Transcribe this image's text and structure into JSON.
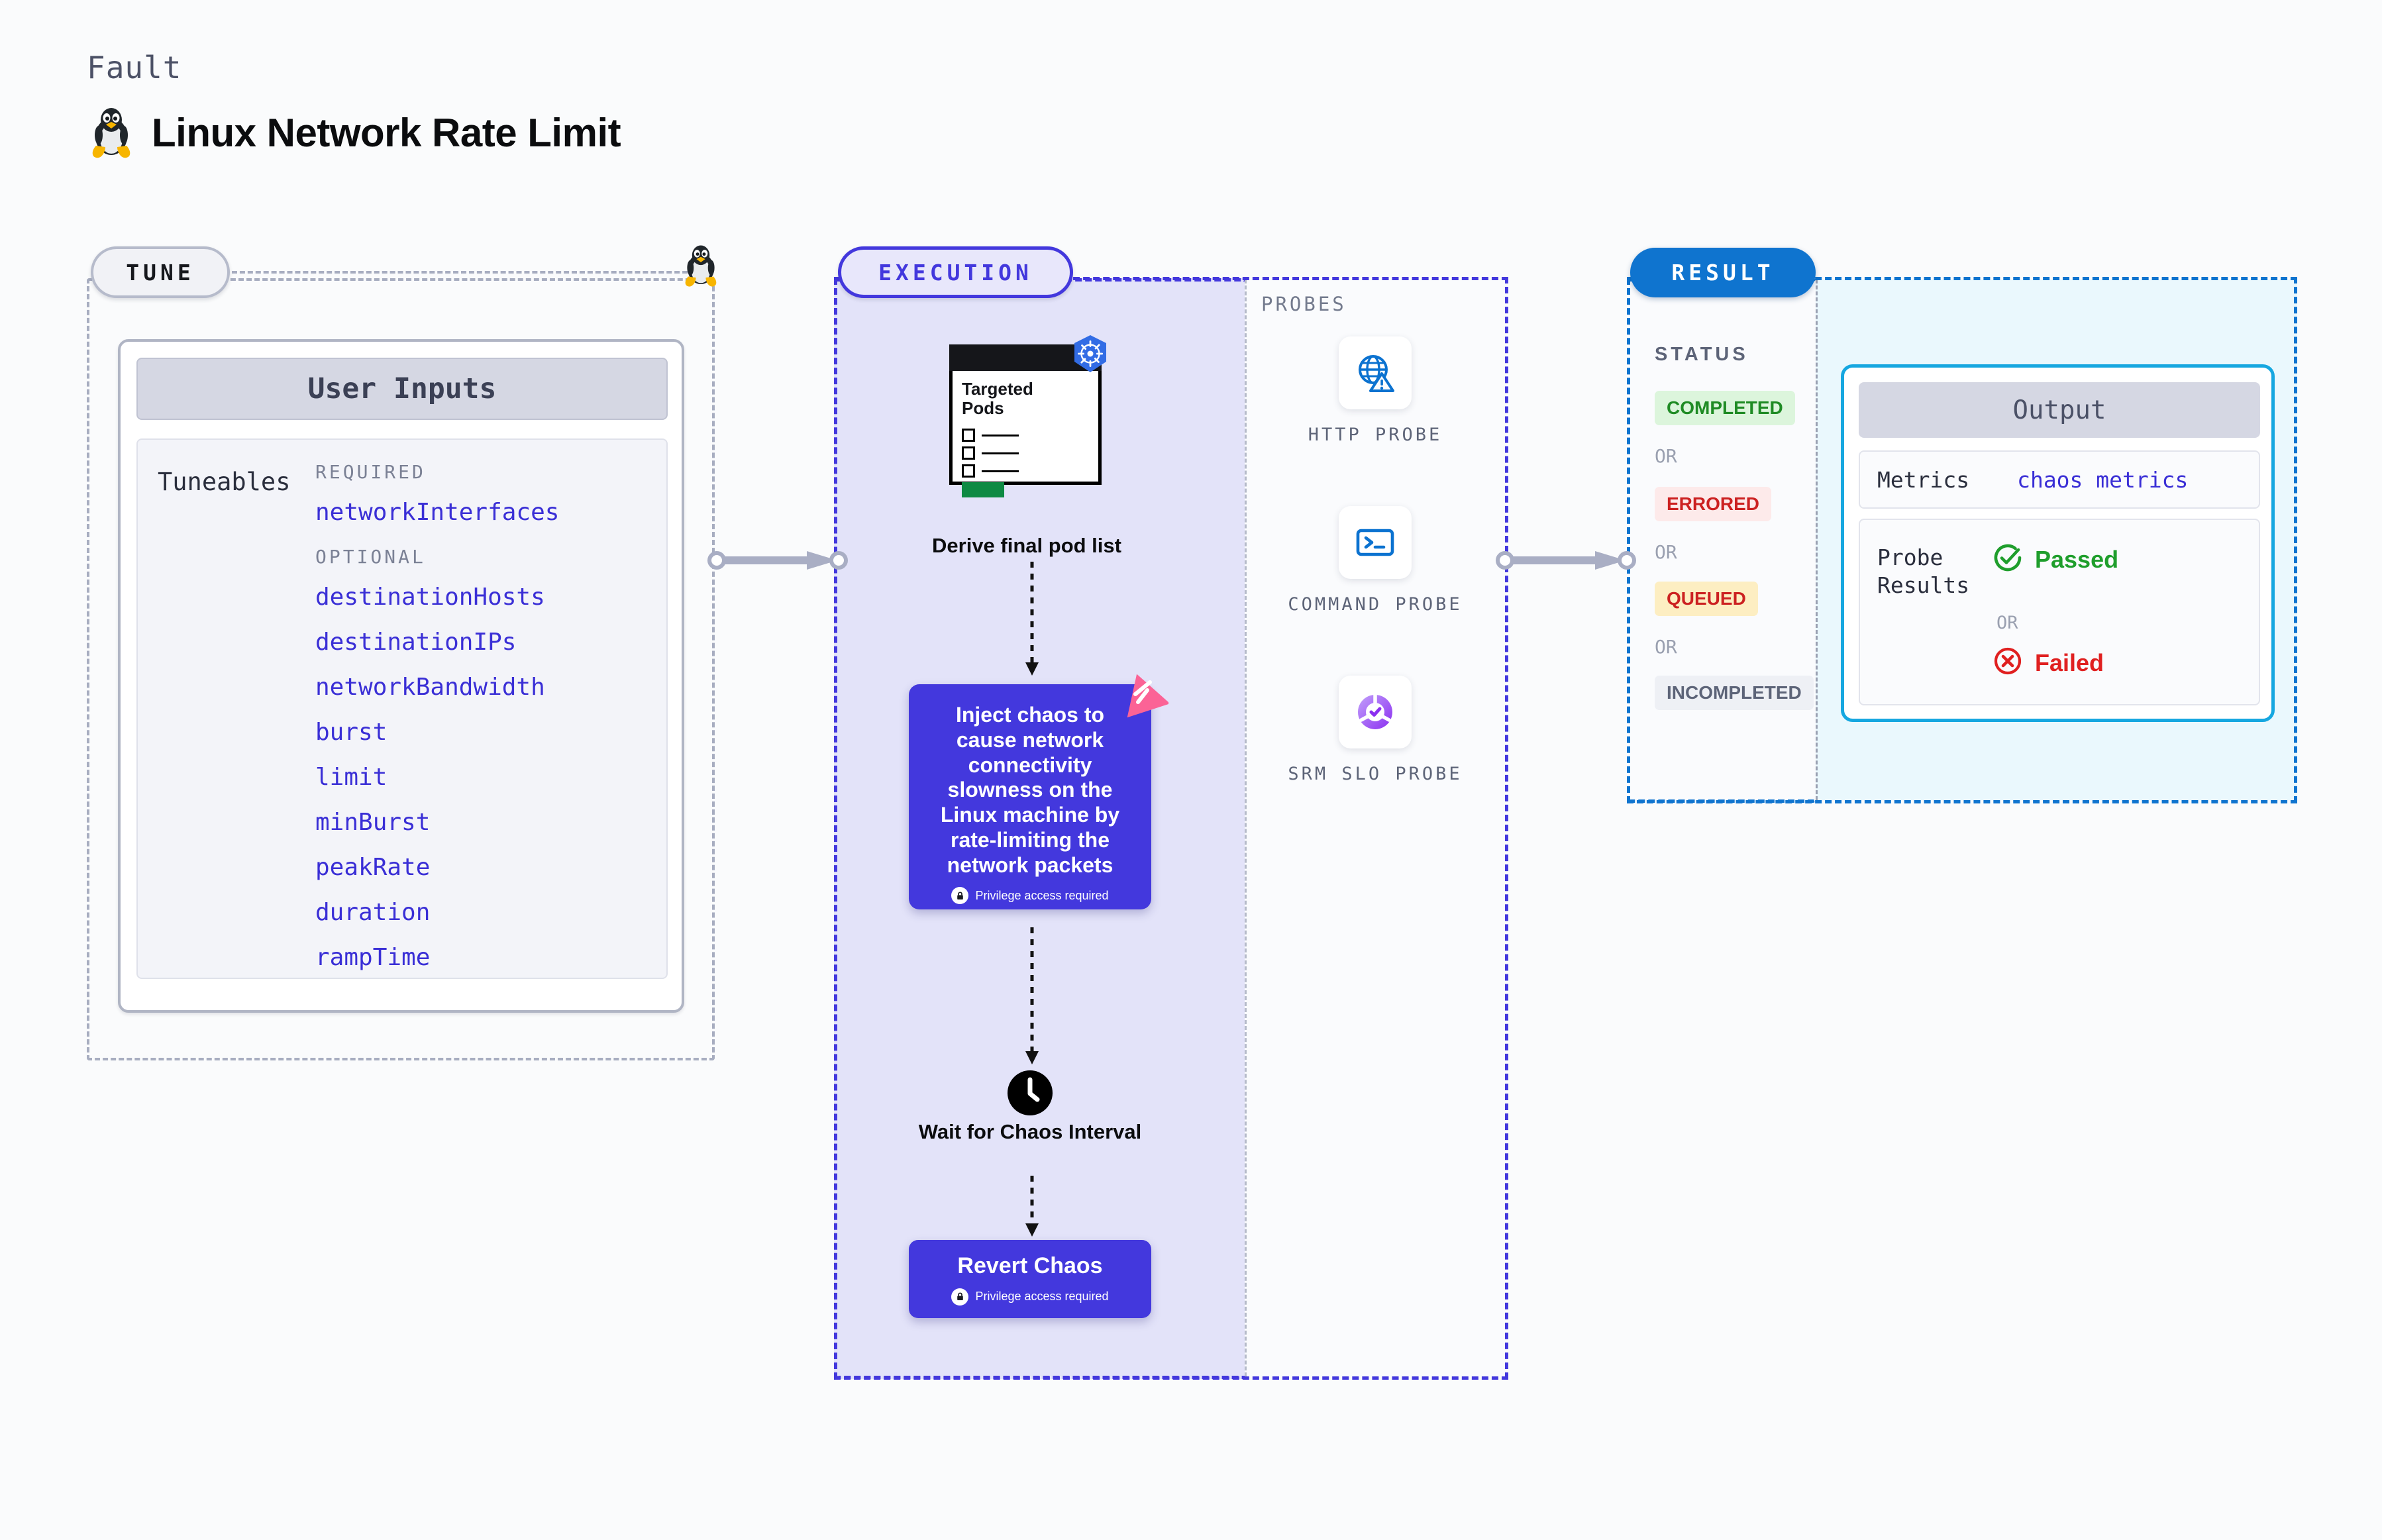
{
  "header": {
    "kicker": "Fault",
    "title": "Linux Network Rate Limit",
    "icon": "linux-penguin-icon"
  },
  "tune": {
    "badge": "TUNE",
    "icon": "linux-penguin-icon",
    "card": {
      "header": "User Inputs",
      "tuneables_label": "Tuneables",
      "groups": [
        {
          "title": "REQUIRED",
          "items": [
            "networkInterfaces"
          ]
        },
        {
          "title": "OPTIONAL",
          "items": [
            "destinationHosts",
            "destinationIPs",
            "networkBandwidth",
            "burst",
            "limit",
            "minBurst",
            "peakRate",
            "duration",
            "rampTime"
          ]
        }
      ]
    }
  },
  "execution": {
    "badge": "EXECUTION",
    "steps": {
      "pod": {
        "card_title": "Targeted\nPods",
        "caption": "Derive final pod list",
        "badge_icon": "kubernetes-icon"
      },
      "inject": {
        "text": "Inject chaos to cause network connectivity slowness on the Linux machine by rate-limiting the network packets",
        "privilege": "Privilege access required",
        "corner_icon": "litmuschaos-icon"
      },
      "wait": {
        "icon": "clock-icon",
        "caption": "Wait for Chaos Interval"
      },
      "revert": {
        "title": "Revert Chaos",
        "privilege": "Privilege access required"
      }
    }
  },
  "probes": {
    "label": "PROBES",
    "items": [
      {
        "name": "HTTP PROBE",
        "icon": "globe-warning-icon"
      },
      {
        "name": "COMMAND PROBE",
        "icon": "terminal-icon"
      },
      {
        "name": "SRM SLO PROBE",
        "icon": "slo-check-icon"
      }
    ]
  },
  "result": {
    "badge": "RESULT",
    "status_label": "STATUS",
    "or": "OR",
    "statuses": [
      {
        "label": "COMPLETED",
        "color": "#1f8b24",
        "bg": "#dcf5dc"
      },
      {
        "label": "ERRORED",
        "color": "#cc2121",
        "bg": "#fdeaea"
      },
      {
        "label": "QUEUED",
        "color": "#cc2121",
        "bg": "#fdeec2"
      },
      {
        "label": "INCOMPLETED",
        "color": "#5d6478",
        "bg": "#eef0f5"
      }
    ]
  },
  "output": {
    "header": "Output",
    "metrics_key": "Metrics",
    "metrics_value": "chaos metrics",
    "probe_results_key": "Probe Results",
    "or": "OR",
    "passed": "Passed",
    "failed": "Failed",
    "passed_color": "#1f9e2c",
    "failed_color": "#e02020"
  },
  "colors": {
    "execution_accent": "#4338dd",
    "result_accent": "#0f74cf",
    "output_accent": "#16a7e0",
    "tune_accent": "#a7adc0"
  }
}
